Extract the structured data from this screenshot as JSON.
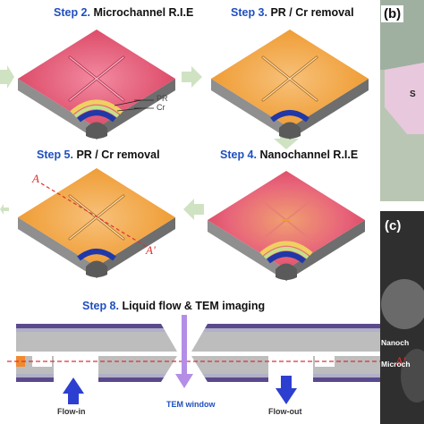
{
  "steps": {
    "s2": {
      "num": "Step 2.",
      "text": " Microchannel R.I.E"
    },
    "s3": {
      "num": "Step 3.",
      "text": " PR / Cr removal"
    },
    "s4": {
      "num": "Step 4.",
      "text": " Nanochannel R.I.E"
    },
    "s5": {
      "num": "Step 5.",
      "text": " PR / Cr removal"
    },
    "s8": {
      "num": "Step 8.",
      "text": " Liquid flow & TEM imaging"
    }
  },
  "labels": {
    "pr": "PR",
    "cr": "Cr",
    "a": "A",
    "a_prime": "A'",
    "tem_window": "TEM window",
    "flow_in": "Flow-in",
    "flow_out": "Flow-out"
  },
  "side_panels": {
    "b": {
      "label": "(b)",
      "text": "S"
    },
    "c": {
      "label": "(c)",
      "nano": "Nanoch",
      "micro": "Microch"
    }
  },
  "colors": {
    "pink": "#e2506e",
    "orange": "#f0a23a",
    "blue_step": "#1f4fbf",
    "gray_side": "#8c8c8c",
    "purple_layer": "#5a4a8c",
    "arrow_green": "#cfe3c2",
    "flow_blue": "#2c3fd0",
    "beam_violet": "#b48ee6",
    "section_red": "#e03030"
  }
}
